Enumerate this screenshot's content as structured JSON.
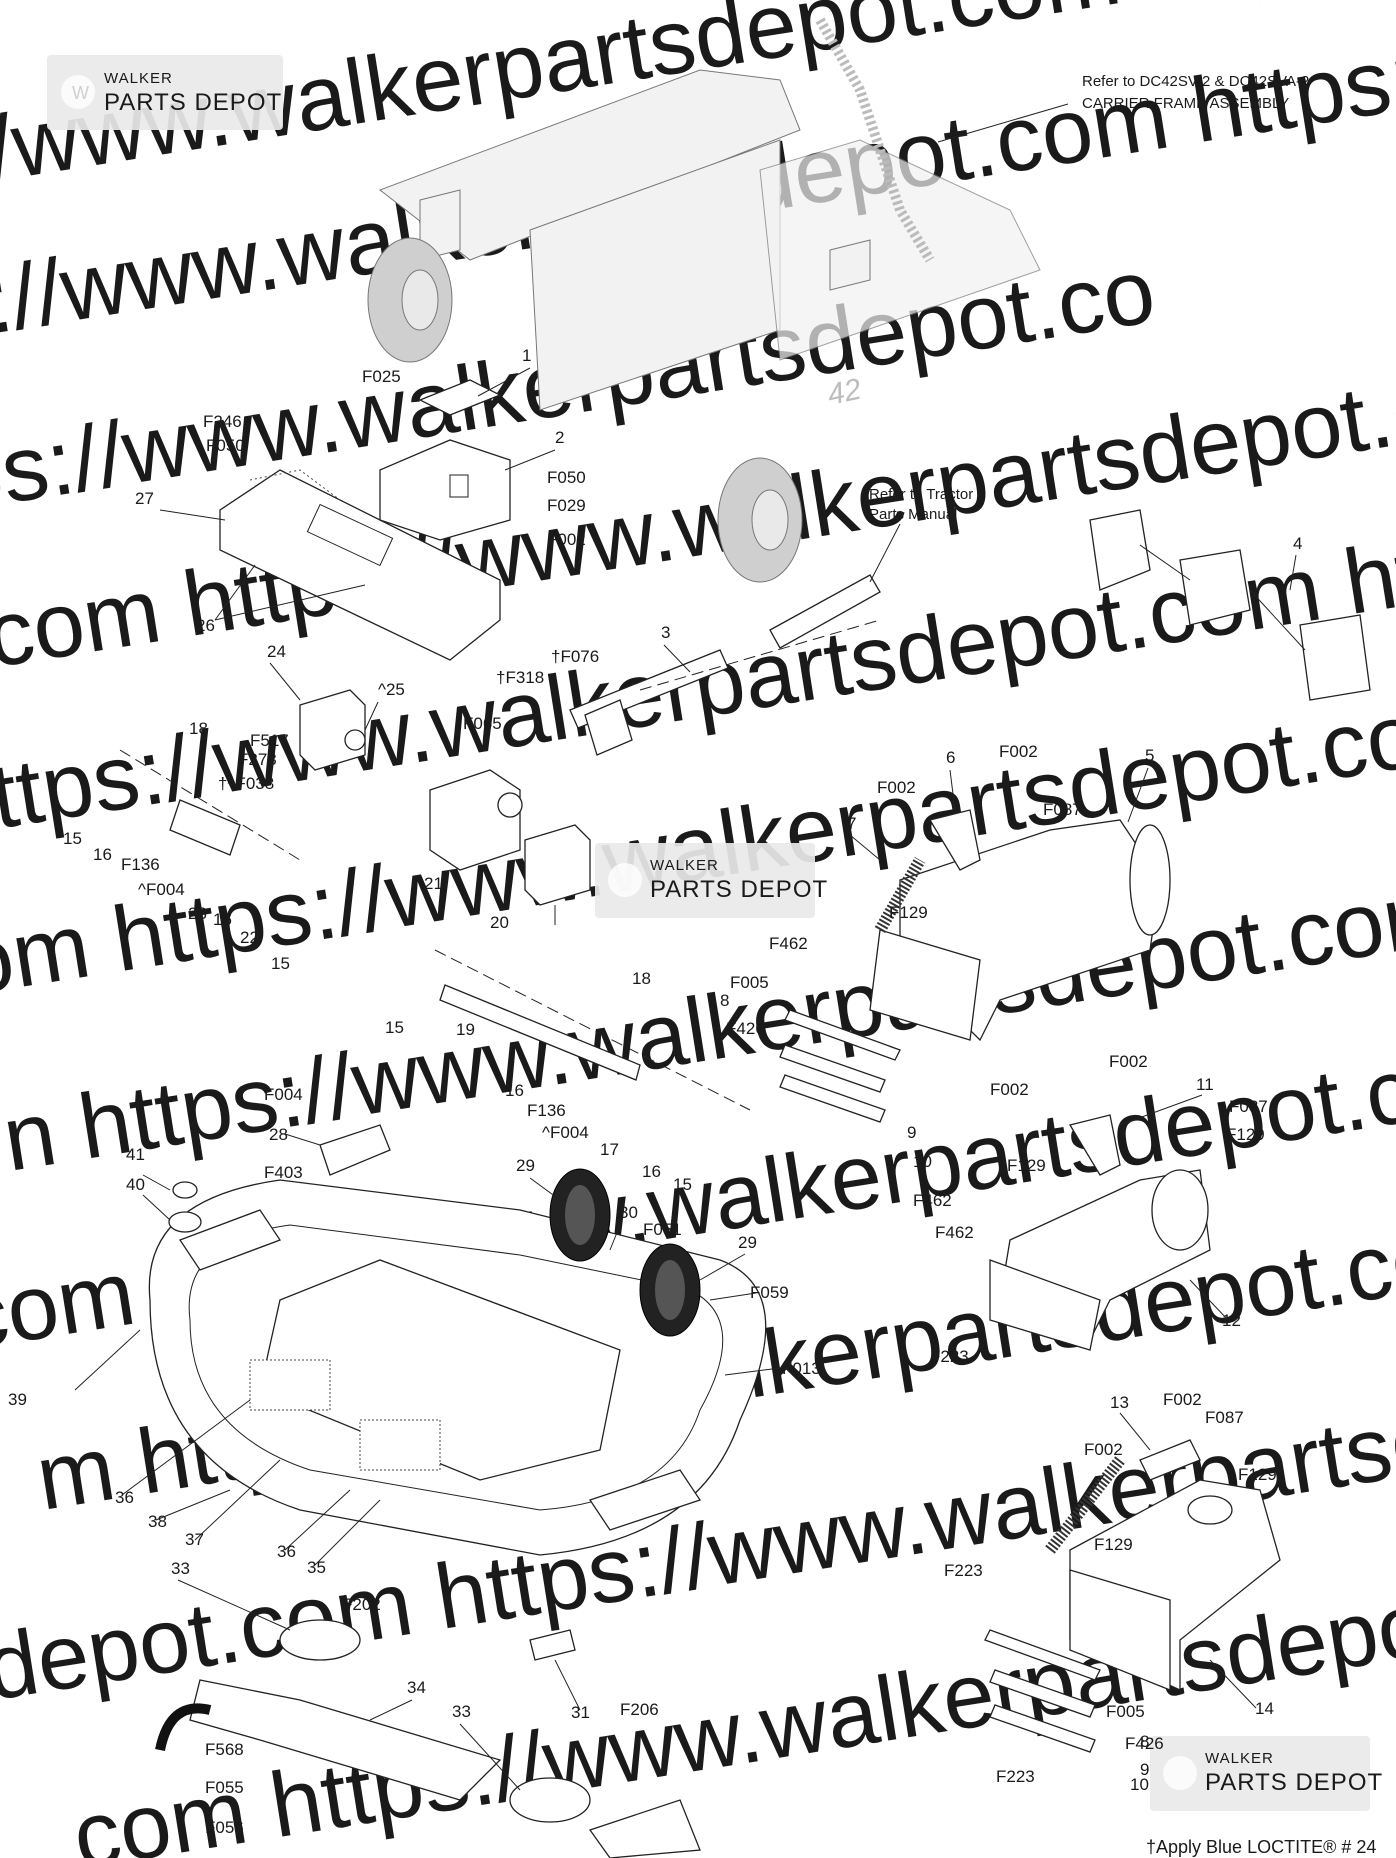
{
  "watermark": {
    "url_fragments": [
      "ps://www.walkerpartsdepot.com https://",
      "tps://www.walkerpartsdepot.com https:/",
      "ttps://www.walkerpartsdepot.co",
      "ot.com https://www.walkerpartsdepot.com https:",
      "https://www.walkerpartsdepot.com ht",
      "com https://www.walkerpartsdepot.com htt",
      "n https://www.walkerpartsdepot.com",
      "com https://www.walkerpartsdepot.com h",
      "m https://www.walkerpartsdepot.co",
      "depot.com https://www.walkerpartsdepot.",
      "com https://www.walkerpartsdepot.com"
    ],
    "logo_line1": "WALKER",
    "logo_line2": "PARTS DEPOT"
  },
  "notes": {
    "carrier_ref_line1": "Refer to DC42SV-2 & DC42SVA-2",
    "carrier_ref_line2": "CARRIER FRAME ASSEMBLY",
    "tractor_ref_line1": "Refer to Tractor",
    "tractor_ref_line2": "Parts Manual",
    "deck_badge": "42"
  },
  "footnote": "†Apply Blue LOCTITE® # 24",
  "callouts": [
    "1",
    "2",
    "3",
    "4",
    "5",
    "6",
    "7",
    "8",
    "9",
    "10",
    "11",
    "12",
    "13",
    "14",
    "15",
    "16",
    "17",
    "18",
    "19",
    "20",
    "21",
    "22",
    "23",
    "24",
    "^25",
    "26",
    "27",
    "28",
    "29",
    "30",
    "31",
    "33",
    "34",
    "35",
    "36",
    "37",
    "38",
    "39",
    "40",
    "41",
    "F002",
    "F004",
    "^F004",
    "F005",
    "F013",
    "F025",
    "F029",
    "F050",
    "F051",
    "F055",
    "F056",
    "F059",
    "F065",
    "†F076",
    "F087",
    "F129",
    "F136",
    "F202",
    "F206",
    "F223",
    "F246",
    "F278",
    "†F318",
    "F403",
    "F426",
    "F462",
    "F517",
    "F568",
    "†^F038"
  ]
}
